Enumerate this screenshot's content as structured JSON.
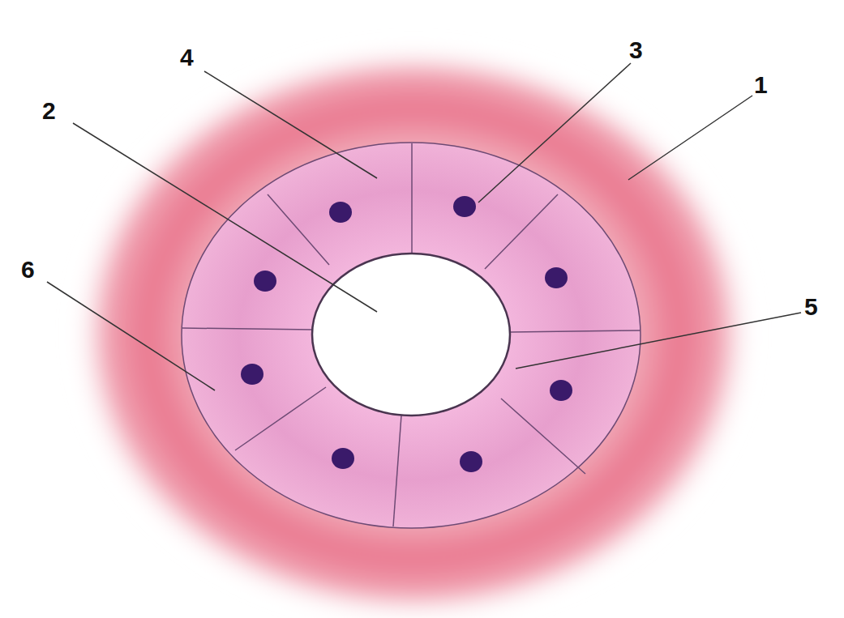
{
  "diagram": {
    "labels": [
      "4",
      "3",
      "1",
      "2",
      "6",
      "5"
    ]
  }
}
